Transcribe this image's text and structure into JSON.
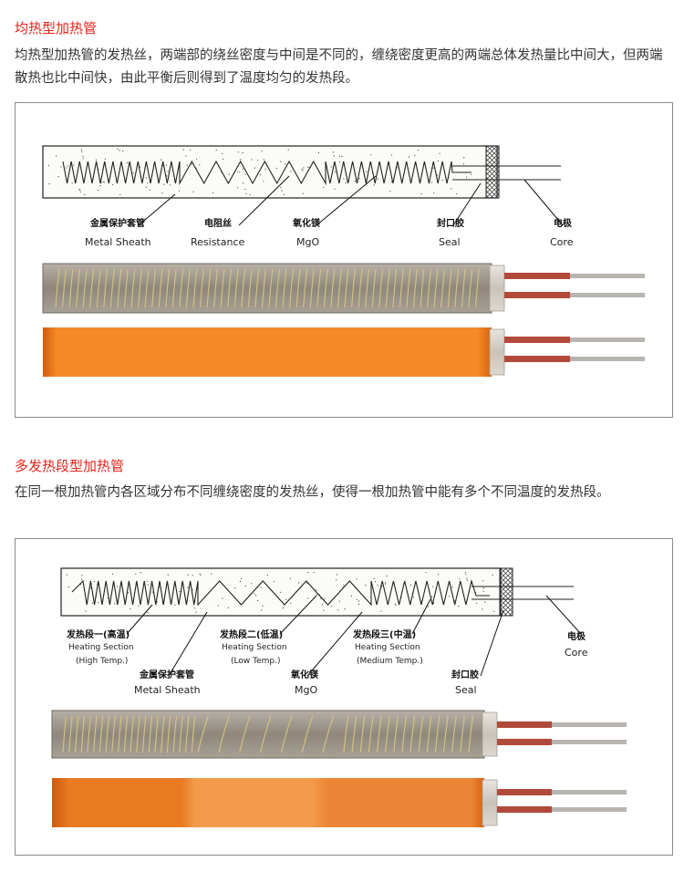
{
  "section1": {
    "title": "均热型加热管",
    "description": "均热型加热管的发热丝，两端部的绕丝密度与中间是不同的，缠绕密度更高的两端总体发热量比中间大，但两端散热也比中间快，由此平衡后则得到了温度均匀的发热段。",
    "labels": {
      "metal_sheath": {
        "cn": "金属保护套管",
        "en": "Metal Sheath"
      },
      "resistance": {
        "cn": "电阻丝",
        "en": "Resistance"
      },
      "mgo": {
        "cn": "氧化镁",
        "en": "MgO"
      },
      "seal": {
        "cn": "封口胶",
        "en": "Seal"
      },
      "core": {
        "cn": "电极",
        "en": "Core"
      }
    }
  },
  "section2": {
    "title": "多发热段型加热管",
    "description": "在同一根加热管内各区域分布不同缠绕密度的发热丝，使得一根加热管中能有多个不同温度的发热段。",
    "labels": {
      "heat1": {
        "cn": "发热段一(高温)",
        "en1": "Heating Section",
        "en2": "(High Temp.)"
      },
      "heat2": {
        "cn": "发热段二(低温)",
        "en1": "Heating Section",
        "en2": "(Low Temp.)"
      },
      "heat3": {
        "cn": "发热段三(中温)",
        "en1": "Heating Section",
        "en2": "(Medium Temp.)"
      },
      "metal_sheath": {
        "cn": "金属保护套管",
        "en": "Metal Sheath"
      },
      "mgo": {
        "cn": "氧化镁",
        "en": "MgO"
      },
      "seal": {
        "cn": "封口胶",
        "en": "Seal"
      },
      "core": {
        "cn": "电极",
        "en": "Core"
      }
    }
  },
  "colors": {
    "title_red": "#e8231b",
    "sheath_gray": "#9a9288",
    "heat_orange": "#f07a1a",
    "wire_red": "#b24a3c",
    "wire_gray": "#b8b4b0"
  }
}
